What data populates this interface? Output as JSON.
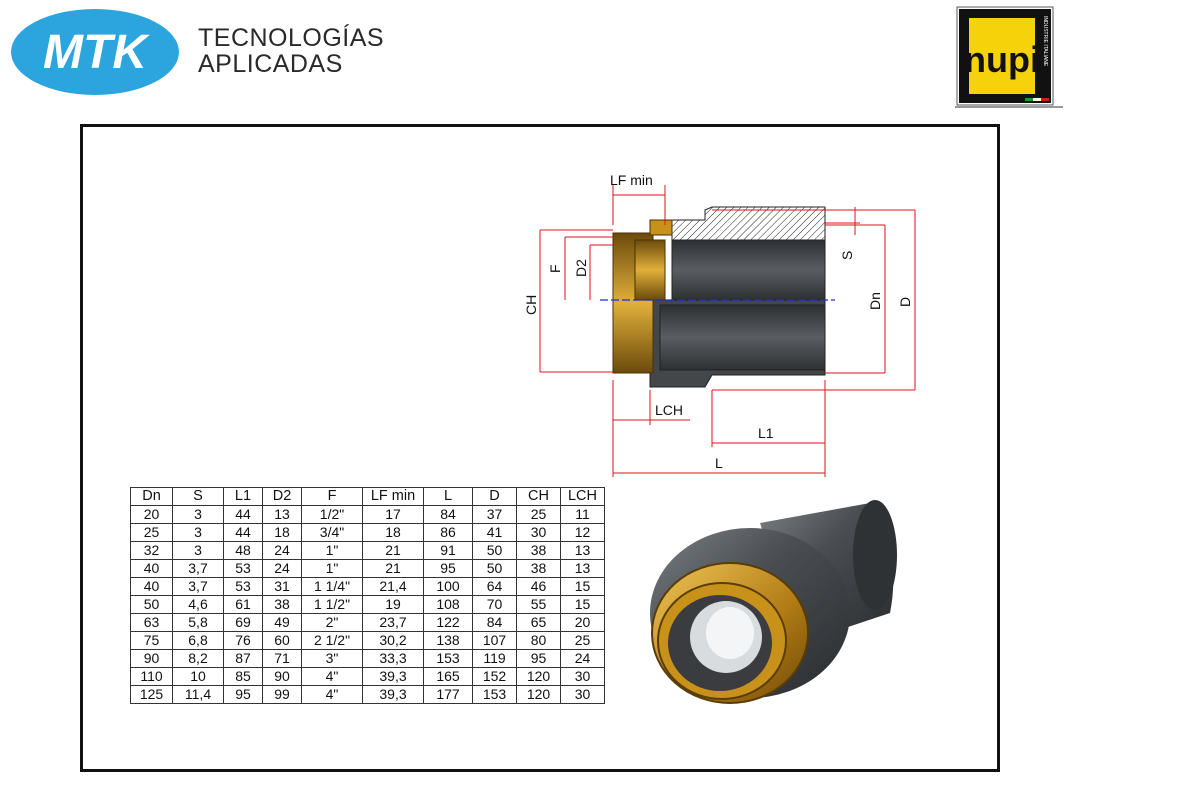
{
  "header": {
    "mtk_logo_text": "MTK",
    "mtk_tagline_line1": "TECNOLOGÍAS",
    "mtk_tagline_line2": "APLICADAS",
    "nupi_logo_text": "nupi",
    "nupi_sub_text": "INDUSTRIE ITALIANE",
    "colors": {
      "mtk_blue": "#2ca4dd",
      "nupi_yellow": "#f5d20a",
      "nupi_black": "#111111"
    }
  },
  "drawing": {
    "labels": {
      "lf_min": "LF min",
      "f": "F",
      "d2": "D2",
      "ch": "CH",
      "s": "S",
      "dn": "Dn",
      "d": "D",
      "lch": "LCH",
      "l1": "L1",
      "l": "L"
    },
    "colors": {
      "dimension_red": "#e0121b",
      "axis_blue": "#1c2bd6",
      "body_dark": "#3a3d40",
      "brass": "#c8921a"
    }
  },
  "table": {
    "headers": [
      "Dn",
      "S",
      "L1",
      "D2",
      "F",
      "LF min",
      "L",
      "D",
      "CH",
      "LCH"
    ],
    "rows": [
      [
        "20",
        "3",
        "44",
        "13",
        "1/2\"",
        "17",
        "84",
        "37",
        "25",
        "11"
      ],
      [
        "25",
        "3",
        "44",
        "18",
        "3/4\"",
        "18",
        "86",
        "41",
        "30",
        "12"
      ],
      [
        "32",
        "3",
        "48",
        "24",
        "1\"",
        "21",
        "91",
        "50",
        "38",
        "13"
      ],
      [
        "40",
        "3,7",
        "53",
        "24",
        "1\"",
        "21",
        "95",
        "50",
        "38",
        "13"
      ],
      [
        "40",
        "3,7",
        "53",
        "31",
        "1 1/4\"",
        "21,4",
        "100",
        "64",
        "46",
        "15"
      ],
      [
        "50",
        "4,6",
        "61",
        "38",
        "1 1/2\"",
        "19",
        "108",
        "70",
        "55",
        "15"
      ],
      [
        "63",
        "5,8",
        "69",
        "49",
        "2\"",
        "23,7",
        "122",
        "84",
        "65",
        "20"
      ],
      [
        "75",
        "6,8",
        "76",
        "60",
        "2 1/2\"",
        "30,2",
        "138",
        "107",
        "80",
        "25"
      ],
      [
        "90",
        "8,2",
        "87",
        "71",
        "3\"",
        "33,3",
        "153",
        "119",
        "95",
        "24"
      ],
      [
        "110",
        "10",
        "85",
        "90",
        "4\"",
        "39,3",
        "165",
        "152",
        "120",
        "30"
      ],
      [
        "125",
        "11,4",
        "95",
        "99",
        "4\"",
        "39,3",
        "177",
        "153",
        "120",
        "30"
      ]
    ]
  }
}
